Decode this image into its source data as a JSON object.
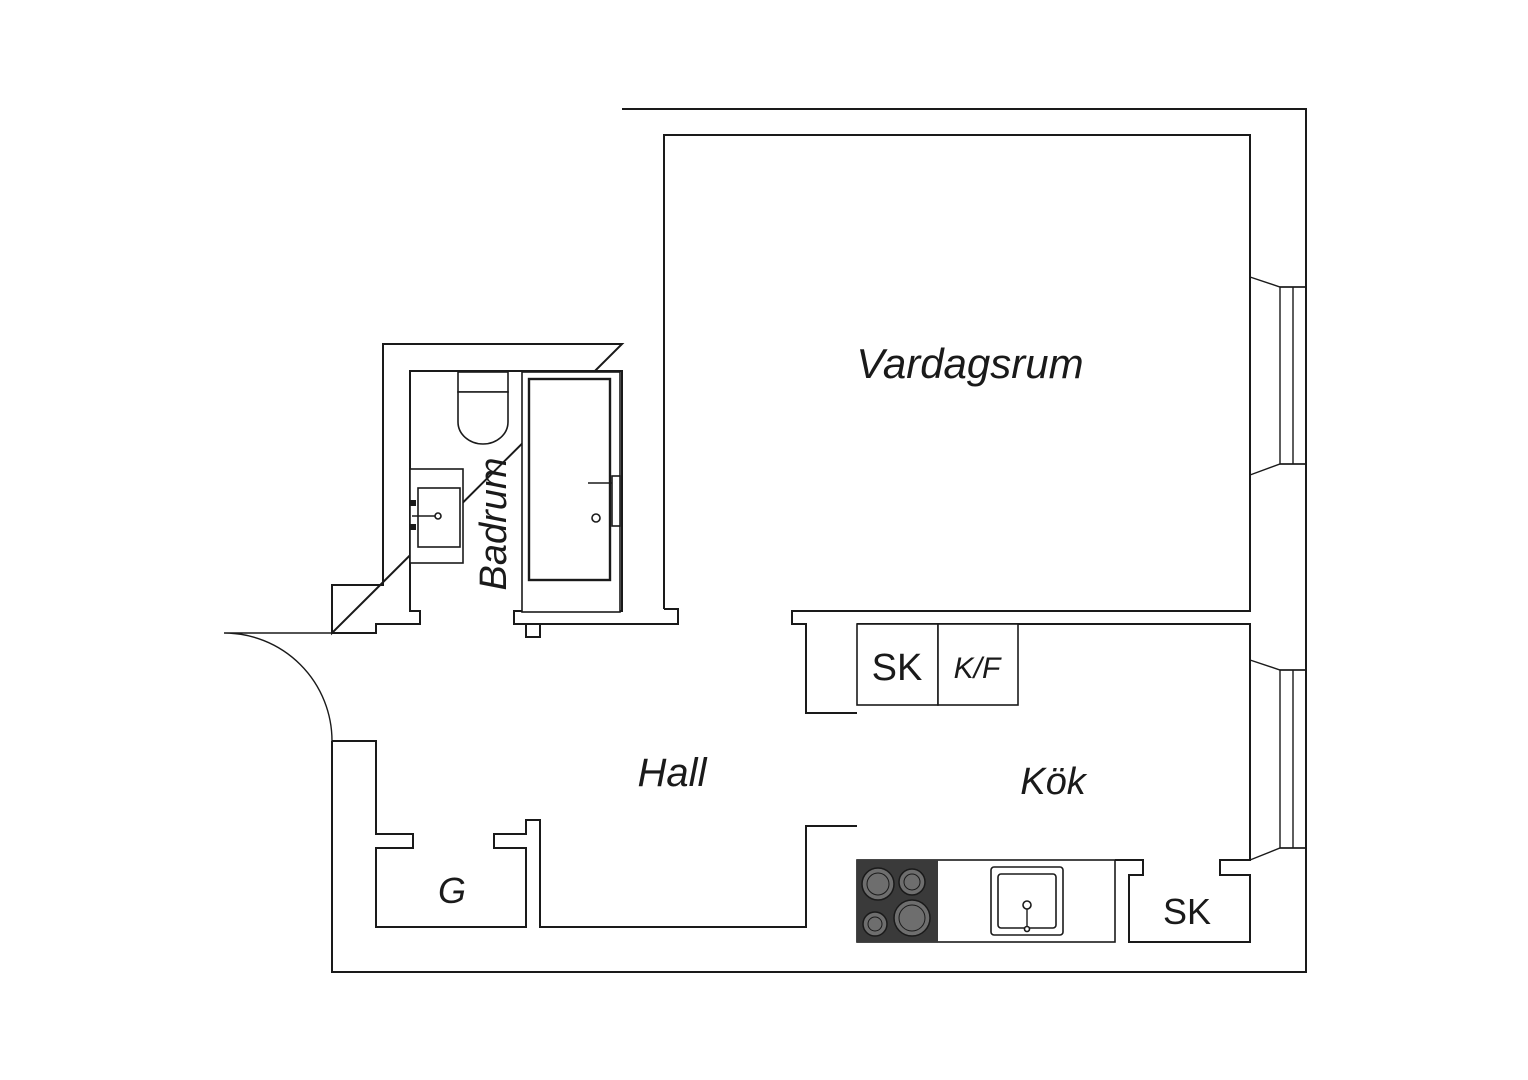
{
  "rooms": {
    "living_room": "Vardagsrum",
    "bathroom": "Badrum",
    "hall": "Hall",
    "kitchen": "Kök",
    "wardrobe": "G"
  },
  "fixtures": {
    "cabinet_kitchen": "SK",
    "fridge_freezer": "K/F",
    "cabinet_corner": "SK"
  },
  "icons": [
    "front-door-swing-icon",
    "toilet-icon",
    "washbasin-icon",
    "bathtub-icon",
    "stove-icon",
    "kitchen-sink-icon",
    "window-icon"
  ],
  "colors": {
    "lines": "#1a1a1a",
    "stove": "#3a3a3a",
    "background": "#ffffff"
  }
}
